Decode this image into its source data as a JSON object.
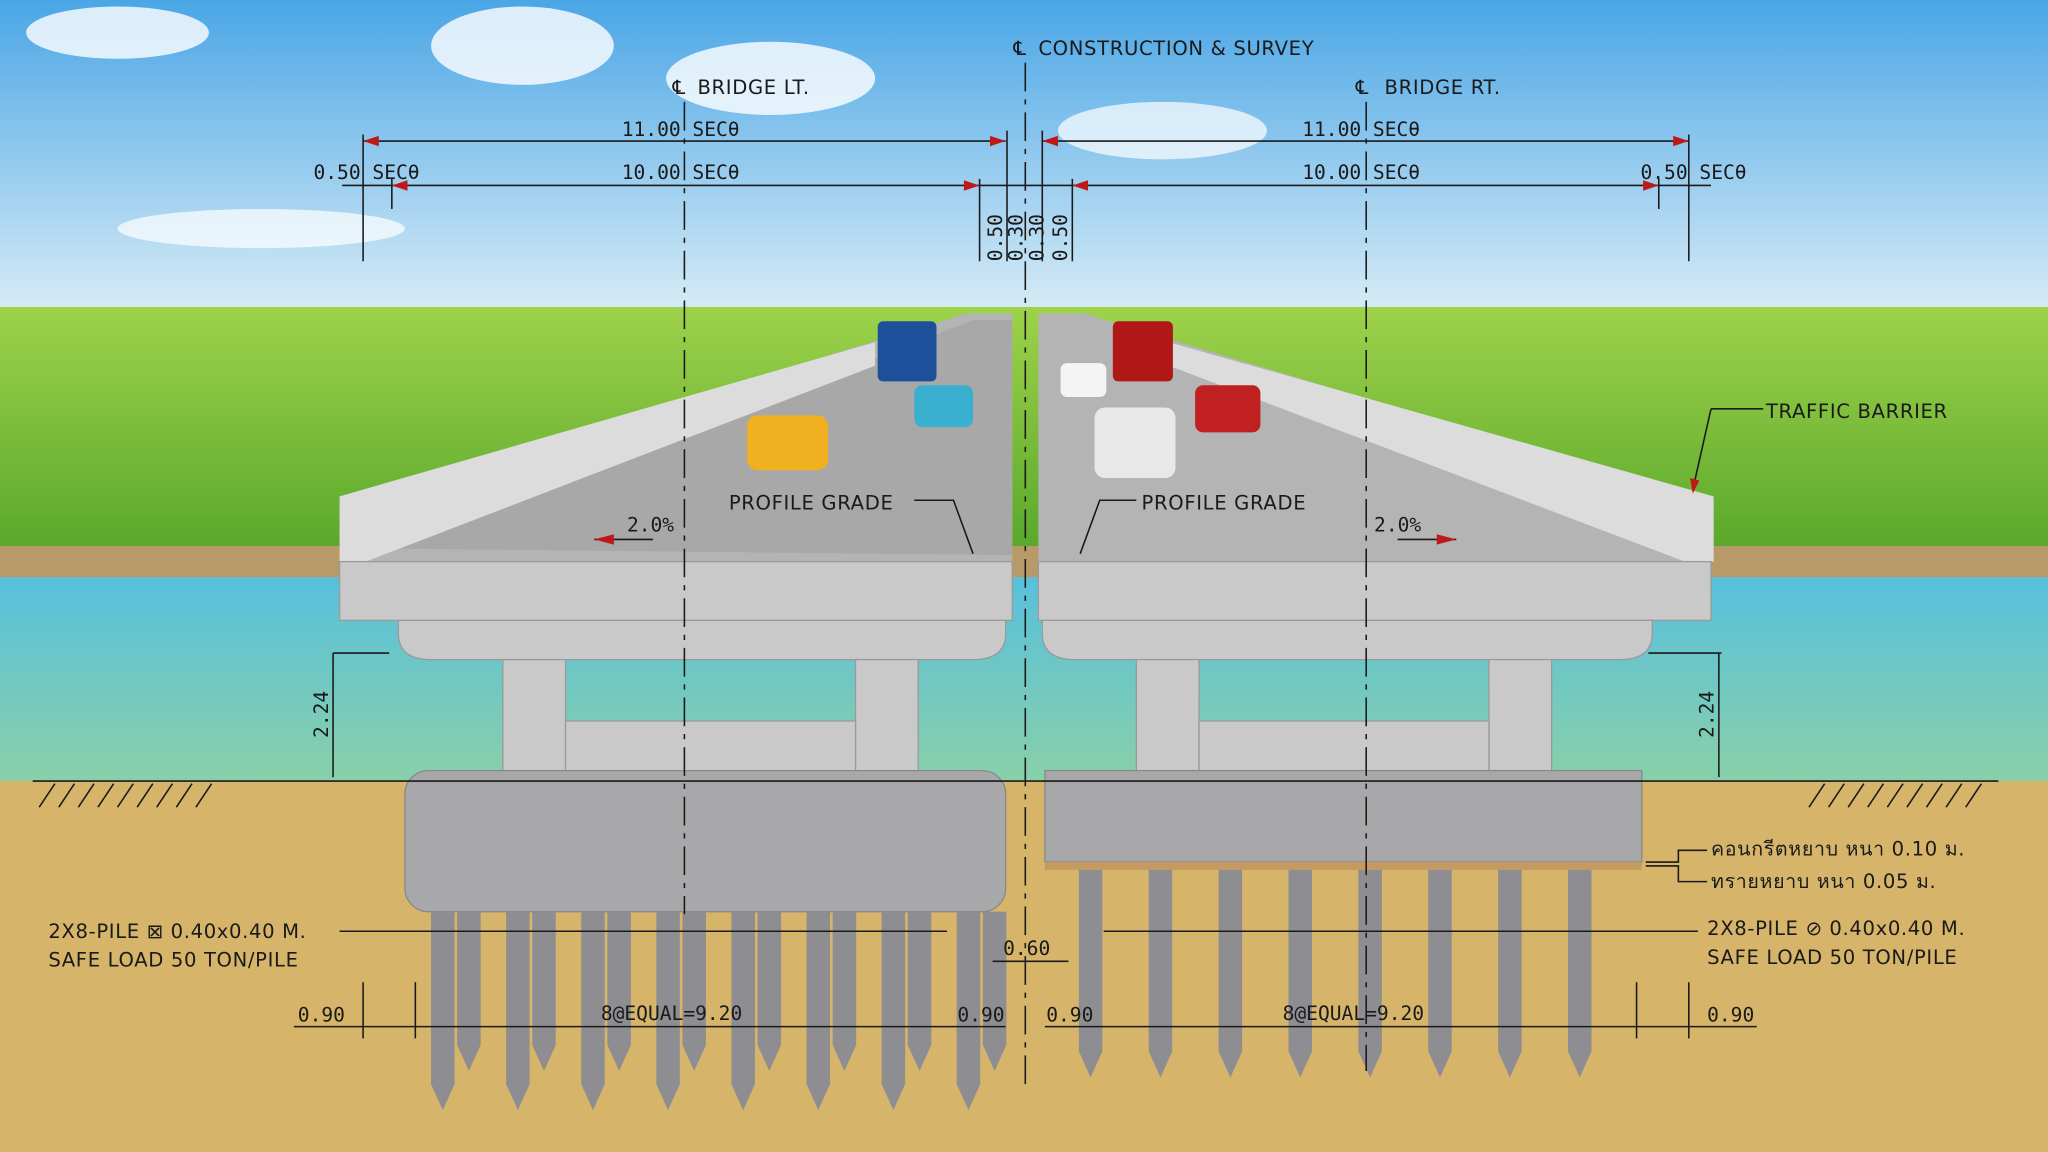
{
  "labels": {
    "cl_construction": "CONSTRUCTION & SURVEY",
    "cl_bridge_lt": "BRIDGE LT.",
    "cl_bridge_rt": "BRIDGE RT.",
    "cl_symbol": "℄",
    "traffic_barrier": "TRAFFIC BARRIER",
    "profile_grade_lt": "PROFILE GRADE",
    "profile_grade_rt": "PROFILE GRADE",
    "slope_lt": "2.0%",
    "slope_rt": "2.0%",
    "lean_concrete": "คอนกรีตหยาบ หนา 0.10 ม.",
    "sand_bedding": "ทรายหยาบ หนา 0.05 ม.",
    "pile_lt_1": "2X8-PILE ⊠ 0.40x0.40 M.",
    "pile_lt_2": "SAFE LOAD 50 TON/PILE",
    "pile_rt_1": "2X8-PILE ⊘ 0.40x0.40 M.",
    "pile_rt_2": "SAFE LOAD 50 TON/PILE"
  },
  "dimensions": {
    "width_lt": "11.00 SECθ",
    "width_rt": "11.00 SECθ",
    "roadway_lt": "10.00 SECθ",
    "roadway_rt": "10.00 SECθ",
    "barrier_lt": "0.50 SECθ",
    "barrier_rt": "0.50 SECθ",
    "median_1": "0.50",
    "median_2": "0.30",
    "median_3": "0.30",
    "median_4": "0.50",
    "pier_height_lt": "2.24",
    "pier_height_rt": "2.24",
    "gap": "0.60",
    "edge_lt_out": "0.90",
    "edge_lt_in": "0.90",
    "edge_rt_in": "0.90",
    "edge_rt_out": "0.90",
    "spacing_lt": "8@EQUAL=9.20",
    "spacing_rt": "8@EQUAL=9.20"
  },
  "colors": {
    "sky": "#8cc8f0",
    "grass": "#7cc23a",
    "water": "#6cc6d8",
    "soil": "#d6b46a",
    "arrow": "#c01818"
  }
}
